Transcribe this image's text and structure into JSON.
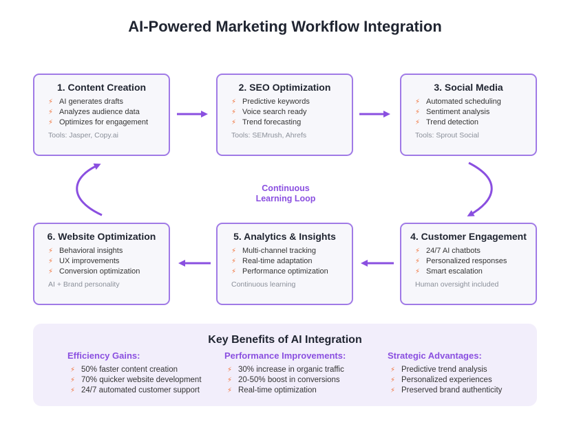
{
  "title": "AI-Powered Marketing Workflow Integration",
  "loop_label": [
    "Continuous",
    "Learning Loop"
  ],
  "accent_color": "#a07ae6",
  "bullet_icon": "lightning-bolt-icon",
  "steps": [
    {
      "title": "1. Content Creation",
      "items": [
        "AI generates drafts",
        "Analyzes audience data",
        "Optimizes for engagement"
      ],
      "note": "Tools: Jasper, Copy.ai"
    },
    {
      "title": "2. SEO Optimization",
      "items": [
        "Predictive keywords",
        "Voice search ready",
        "Trend forecasting"
      ],
      "note": "Tools: SEMrush, Ahrefs"
    },
    {
      "title": "3. Social Media",
      "items": [
        "Automated scheduling",
        "Sentiment analysis",
        "Trend detection"
      ],
      "note": "Tools: Sprout Social"
    },
    {
      "title": "4. Customer Engagement",
      "items": [
        "24/7 AI chatbots",
        "Personalized responses",
        "Smart escalation"
      ],
      "note": "Human oversight included"
    },
    {
      "title": "5. Analytics & Insights",
      "items": [
        "Multi-channel tracking",
        "Real-time adaptation",
        "Performance optimization"
      ],
      "note": "Continuous learning"
    },
    {
      "title": "6. Website Optimization",
      "items": [
        "Behavioral insights",
        "UX improvements",
        "Conversion optimization"
      ],
      "note": "AI + Brand personality"
    }
  ],
  "benefits": {
    "title": "Key Benefits of AI Integration",
    "columns": [
      {
        "heading": "Efficiency Gains:",
        "items": [
          "50% faster content creation",
          "70% quicker website development",
          "24/7 automated customer support"
        ]
      },
      {
        "heading": "Performance Improvements:",
        "items": [
          "30% increase in organic traffic",
          "20-50% boost in conversions",
          "Real-time optimization"
        ]
      },
      {
        "heading": "Strategic Advantages:",
        "items": [
          "Predictive trend analysis",
          "Personalized experiences",
          "Preserved brand authenticity"
        ]
      }
    ]
  }
}
